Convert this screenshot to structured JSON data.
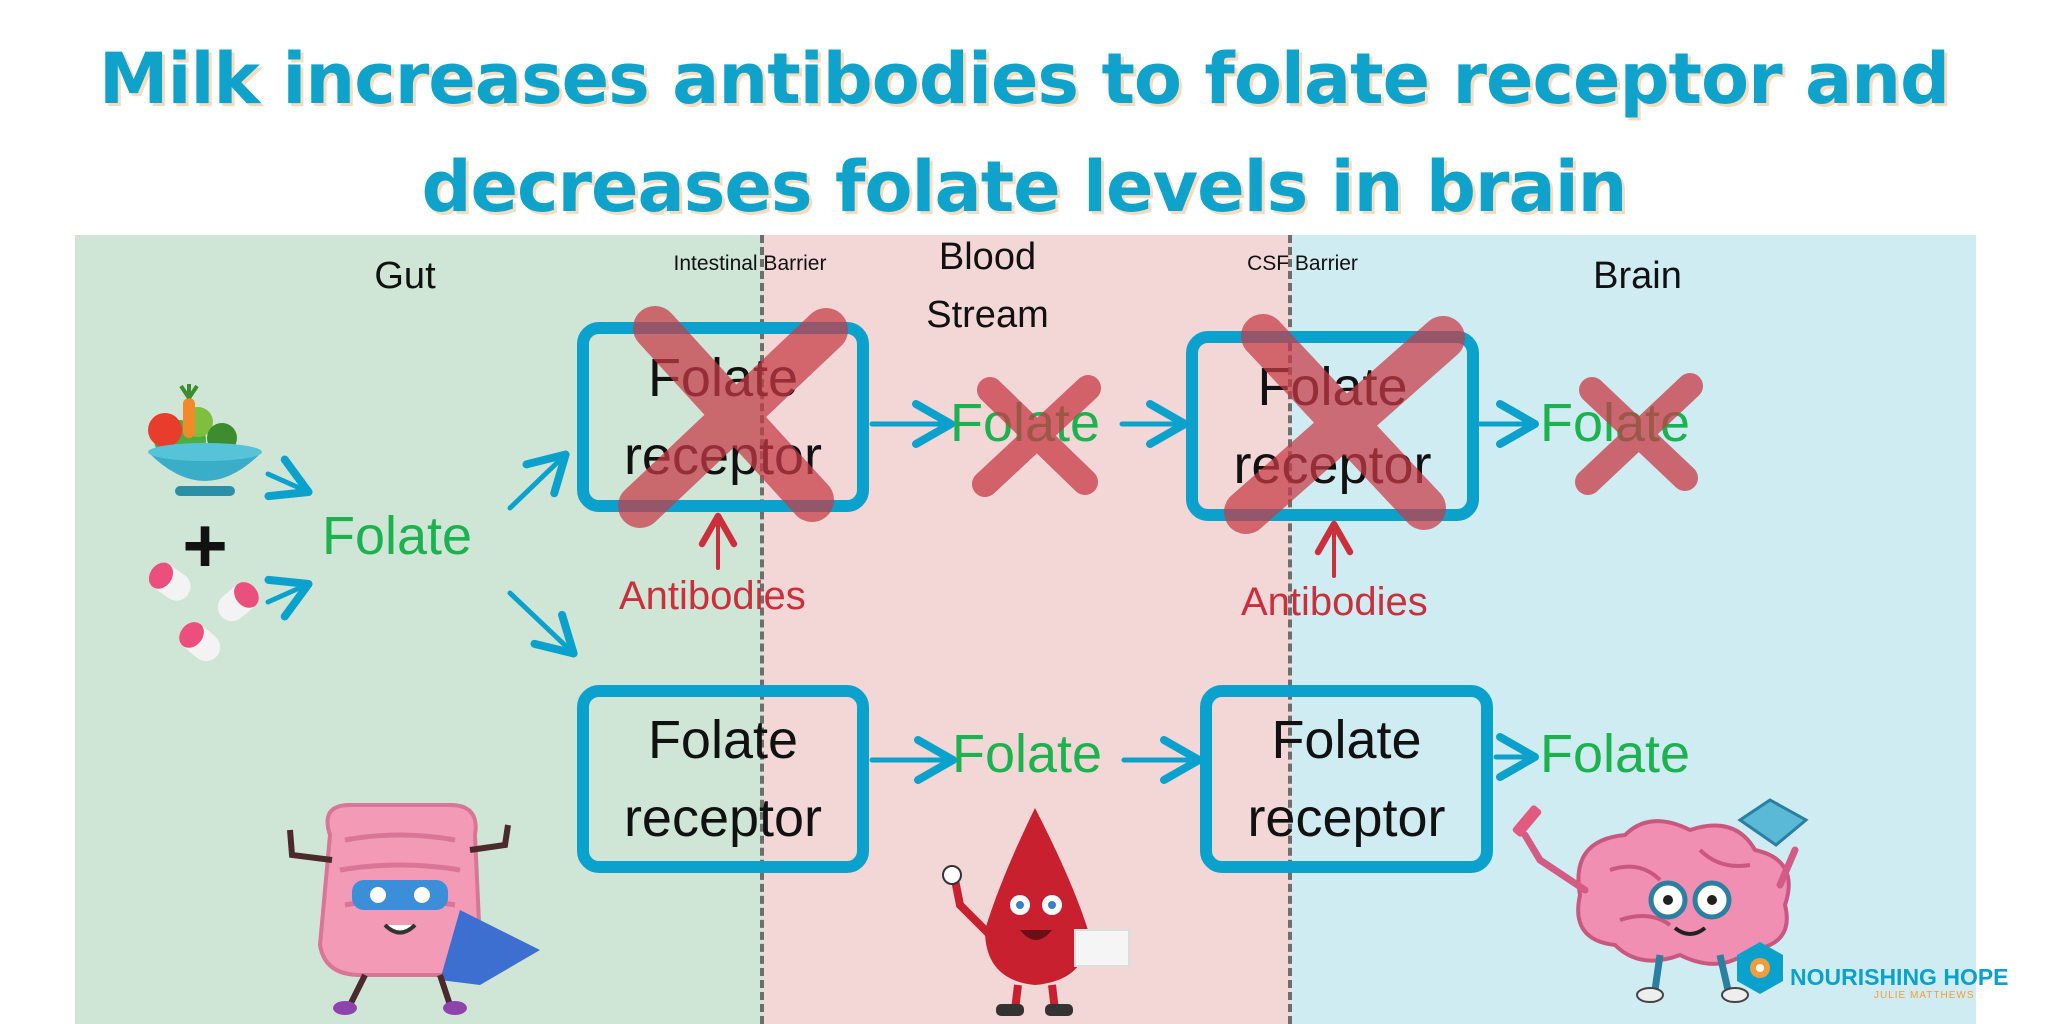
{
  "title": {
    "line1": "Milk increases antibodies to folate receptor and",
    "line2": "decreases folate levels in brain"
  },
  "zones": {
    "gut": "Gut",
    "intestinal_barrier": "Intestinal Barrier",
    "blood_line1": "Blood",
    "blood_line2": "Stream",
    "csf_barrier": "CSF Barrier",
    "brain": "Brain"
  },
  "labels": {
    "plus": "+",
    "folate_source": "Folate",
    "receptor_line1": "Folate",
    "receptor_line2": "receptor",
    "folate": "Folate",
    "antibodies": "Antibodies"
  },
  "logo": {
    "name": "NOURISHING HOPE",
    "subtitle": "JULIE MATTHEWS"
  },
  "colors": {
    "accent_blue": "#0aa2cc",
    "folate_green": "#1bb24f",
    "antibody_red": "#cc2f3c",
    "gut_zone": "#cfe6d7",
    "blood_zone": "#f3d7d7",
    "brain_zone": "#d0ecf3"
  },
  "icons": [
    "vegetable-bowl-icon",
    "pills-icon",
    "gut-character-icon",
    "blood-drop-character-icon",
    "brain-character-icon",
    "logo-icon",
    "blocked-x-icon"
  ]
}
